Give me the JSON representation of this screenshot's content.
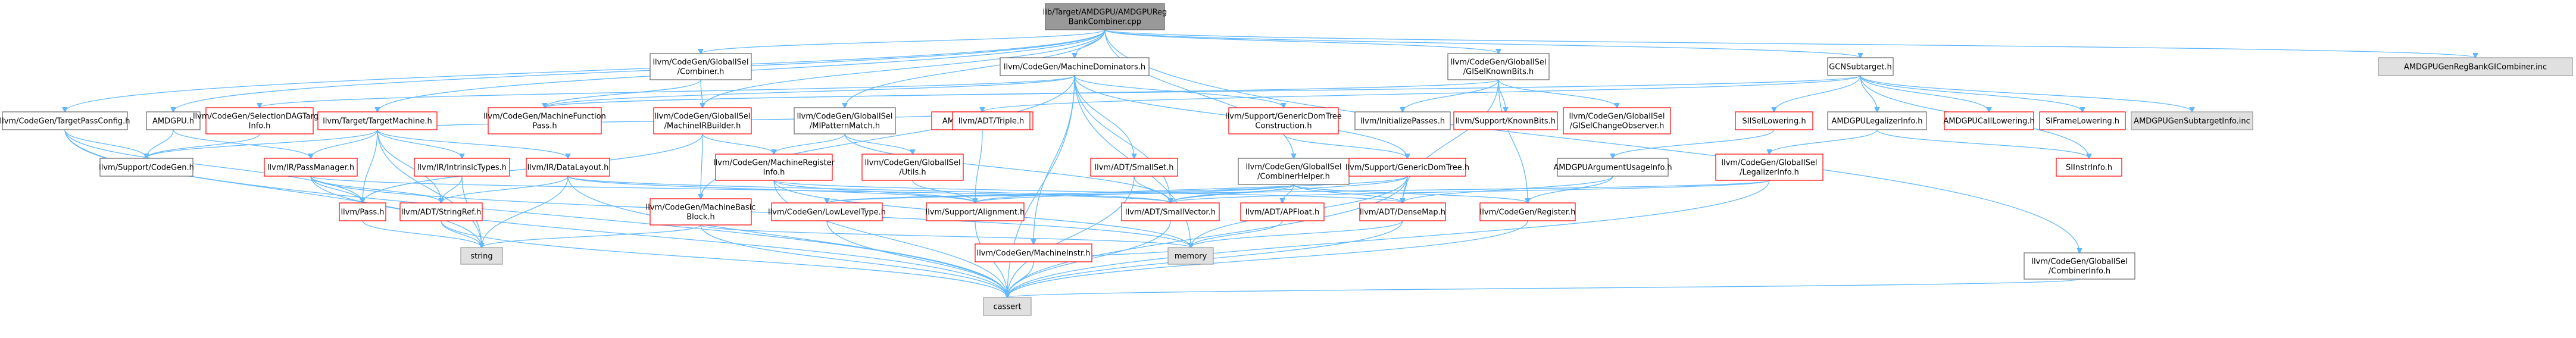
{
  "colors": {
    "root_fill": "#999999",
    "root_border": "#666666",
    "doc_border": "#ff0000",
    "plain_border": "#666666",
    "external_fill": "#e0e0e0",
    "external_border": "#999999",
    "node_fill": "#ffffff",
    "edge": "#63b8ff"
  },
  "nodes": [
    {
      "id": "root",
      "kind": "root",
      "lines": [
        "lib/Target/AMDGPU/AMDGPUReg",
        "BankCombiner.cpp"
      ]
    },
    {
      "id": "tpc",
      "kind": "plain",
      "lines": [
        "llvm/CodeGen/TargetPassConfig.h"
      ]
    },
    {
      "id": "amdgpuh",
      "kind": "plain",
      "lines": [
        "AMDGPU.h"
      ]
    },
    {
      "id": "seldag",
      "kind": "doc",
      "lines": [
        "llvm/CodeGen/SelectionDAGTarget",
        "Info.h"
      ]
    },
    {
      "id": "ttm",
      "kind": "doc",
      "lines": [
        "llvm/Target/TargetMachine.h"
      ]
    },
    {
      "id": "gcombiner",
      "kind": "plain",
      "lines": [
        "llvm/CodeGen/GlobalISel",
        "/Combiner.h"
      ]
    },
    {
      "id": "mfpass",
      "kind": "doc",
      "lines": [
        "llvm/CodeGen/MachineFunction",
        "Pass.h"
      ]
    },
    {
      "id": "mirbuilder",
      "kind": "doc",
      "lines": [
        "llvm/CodeGen/GlobalISel",
        "/MachineIRBuilder.h"
      ]
    },
    {
      "id": "mdom",
      "kind": "plain",
      "lines": [
        "llvm/CodeGen/MachineDominators.h"
      ]
    },
    {
      "id": "mipattern",
      "kind": "plain",
      "lines": [
        "llvm/CodeGen/GlobalISel",
        "/MIPatternMatch.h"
      ]
    },
    {
      "id": "amdgpusub",
      "kind": "doc",
      "lines": [
        "AMDGPUSubtarget.h"
      ]
    },
    {
      "id": "gdtc",
      "kind": "doc",
      "lines": [
        "llvm/Support/GenericDomTree",
        "Construction.h"
      ]
    },
    {
      "id": "combhelper",
      "kind": "plain",
      "lines": [
        "llvm/CodeGen/GlobalISel",
        "/CombinerHelper.h"
      ]
    },
    {
      "id": "gisel_known",
      "kind": "plain",
      "lines": [
        "llvm/CodeGen/GlobalISel",
        "/GISelKnownBits.h"
      ]
    },
    {
      "id": "initpasses",
      "kind": "plain",
      "lines": [
        "llvm/InitializePasses.h"
      ]
    },
    {
      "id": "knownbits",
      "kind": "doc",
      "lines": [
        "llvm/Support/KnownBits.h"
      ]
    },
    {
      "id": "giselchange",
      "kind": "doc",
      "lines": [
        "llvm/CodeGen/GlobalISel",
        "/GISelChangeObserver.h"
      ]
    },
    {
      "id": "gcnsub",
      "kind": "plain",
      "lines": [
        "GCNSubtarget.h"
      ]
    },
    {
      "id": "siisel",
      "kind": "doc",
      "lines": [
        "SIISelLowering.h"
      ]
    },
    {
      "id": "amdgpulegal",
      "kind": "plain",
      "lines": [
        "AMDGPULegalizerInfo.h"
      ]
    },
    {
      "id": "amdgpucall",
      "kind": "doc",
      "lines": [
        "AMDGPUCallLowering.h"
      ]
    },
    {
      "id": "siframe",
      "kind": "doc",
      "lines": [
        "SIFrameLowering.h"
      ]
    },
    {
      "id": "gensubinfo",
      "kind": "external",
      "lines": [
        "AMDGPUGenSubtargetInfo.inc"
      ]
    },
    {
      "id": "genregbank",
      "kind": "external",
      "lines": [
        "AMDGPUGenRegBankGICombiner.inc"
      ]
    },
    {
      "id": "supcodegen",
      "kind": "plain",
      "lines": [
        "llvm/Support/CodeGen.h"
      ]
    },
    {
      "id": "passmgr",
      "kind": "doc",
      "lines": [
        "llvm/IR/PassManager.h"
      ]
    },
    {
      "id": "intrtypes",
      "kind": "doc",
      "lines": [
        "llvm/IR/IntrinsicTypes.h"
      ]
    },
    {
      "id": "datalayout",
      "kind": "doc",
      "lines": [
        "llvm/IR/DataLayout.h"
      ]
    },
    {
      "id": "mregister",
      "kind": "doc",
      "lines": [
        "llvm/CodeGen/MachineRegister",
        "Info.h"
      ]
    },
    {
      "id": "giselutils",
      "kind": "doc",
      "lines": [
        "llvm/CodeGen/GlobalISel",
        "/Utils.h"
      ]
    },
    {
      "id": "triple",
      "kind": "doc",
      "lines": [
        "llvm/ADT/Triple.h"
      ]
    },
    {
      "id": "smallset",
      "kind": "doc",
      "lines": [
        "llvm/ADT/SmallSet.h"
      ]
    },
    {
      "id": "gdt",
      "kind": "doc",
      "lines": [
        "llvm/Support/GenericDomTree.h"
      ]
    },
    {
      "id": "amdgpuarg",
      "kind": "plain",
      "lines": [
        "AMDGPUArgumentUsageInfo.h"
      ]
    },
    {
      "id": "gisellegal",
      "kind": "doc",
      "lines": [
        "llvm/CodeGen/GlobalISel",
        "/LegalizerInfo.h"
      ]
    },
    {
      "id": "siinstr",
      "kind": "doc",
      "lines": [
        "SIInstrInfo.h"
      ]
    },
    {
      "id": "pass",
      "kind": "doc",
      "lines": [
        "llvm/Pass.h"
      ]
    },
    {
      "id": "stringref",
      "kind": "doc",
      "lines": [
        "llvm/ADT/StringRef.h"
      ]
    },
    {
      "id": "mbb",
      "kind": "doc",
      "lines": [
        "llvm/CodeGen/MachineBasic",
        "Block.h"
      ]
    },
    {
      "id": "lowlevel",
      "kind": "doc",
      "lines": [
        "llvm/CodeGen/LowLevelType.h"
      ]
    },
    {
      "id": "alignment",
      "kind": "doc",
      "lines": [
        "llvm/Support/Alignment.h"
      ]
    },
    {
      "id": "smallvector",
      "kind": "doc",
      "lines": [
        "llvm/ADT/SmallVector.h"
      ]
    },
    {
      "id": "apfloat",
      "kind": "doc",
      "lines": [
        "llvm/ADT/APFloat.h"
      ]
    },
    {
      "id": "densemap",
      "kind": "doc",
      "lines": [
        "llvm/ADT/DenseMap.h"
      ]
    },
    {
      "id": "cgregister",
      "kind": "doc",
      "lines": [
        "llvm/CodeGen/Register.h"
      ]
    },
    {
      "id": "combinerinfo",
      "kind": "plain",
      "lines": [
        "llvm/CodeGen/GlobalISel",
        "/CombinerInfo.h"
      ]
    },
    {
      "id": "string",
      "kind": "external",
      "lines": [
        "string"
      ]
    },
    {
      "id": "memory",
      "kind": "external",
      "lines": [
        "memory"
      ]
    },
    {
      "id": "minstr",
      "kind": "doc",
      "lines": [
        "llvm/CodeGen/MachineInstr.h"
      ]
    },
    {
      "id": "cassert",
      "kind": "external",
      "lines": [
        "cassert"
      ]
    }
  ],
  "edges": [
    [
      "root",
      "tpc"
    ],
    [
      "root",
      "amdgpuh"
    ],
    [
      "root",
      "ttm"
    ],
    [
      "root",
      "gcombiner"
    ],
    [
      "root",
      "mdom"
    ],
    [
      "root",
      "mipattern"
    ],
    [
      "root",
      "combhelper"
    ],
    [
      "root",
      "gisel_known"
    ],
    [
      "root",
      "gcnsub"
    ],
    [
      "root",
      "genregbank"
    ],
    [
      "root",
      "combinerinfo"
    ],
    [
      "root",
      "mirbuilder"
    ],
    [
      "tpc",
      "supcodegen"
    ],
    [
      "tpc",
      "pass"
    ],
    [
      "tpc",
      "string"
    ],
    [
      "tpc",
      "cassert"
    ],
    [
      "amdgpuh",
      "supcodegen"
    ],
    [
      "amdgpuh",
      "passmgr"
    ],
    [
      "seldag",
      "supcodegen"
    ],
    [
      "ttm",
      "supcodegen"
    ],
    [
      "ttm",
      "passmgr"
    ],
    [
      "ttm",
      "datalayout"
    ],
    [
      "ttm",
      "intrtypes"
    ],
    [
      "ttm",
      "stringref"
    ],
    [
      "ttm",
      "pass"
    ],
    [
      "ttm",
      "string"
    ],
    [
      "ttm",
      "triple"
    ],
    [
      "gcombiner",
      "mfpass"
    ],
    [
      "gcombiner",
      "mirbuilder"
    ],
    [
      "mirbuilder",
      "mbb"
    ],
    [
      "mirbuilder",
      "mregister"
    ],
    [
      "mirbuilder",
      "pass"
    ],
    [
      "mdom",
      "seldag"
    ],
    [
      "mdom",
      "mfpass"
    ],
    [
      "mdom",
      "mbb"
    ],
    [
      "mdom",
      "smallset"
    ],
    [
      "mdom",
      "smallvector"
    ],
    [
      "mdom",
      "gdt"
    ],
    [
      "mdom",
      "memory"
    ],
    [
      "mdom",
      "minstr"
    ],
    [
      "mdom",
      "cassert"
    ],
    [
      "mdom",
      "gdtc"
    ],
    [
      "mipattern",
      "mregister"
    ],
    [
      "mipattern",
      "giselutils"
    ],
    [
      "mipattern",
      "smallvector"
    ],
    [
      "amdgpusub",
      "triple"
    ],
    [
      "amdgpusub",
      "alignment"
    ],
    [
      "gdtc",
      "gdt"
    ],
    [
      "combhelper",
      "lowlevel"
    ],
    [
      "combhelper",
      "alignment"
    ],
    [
      "combhelper",
      "smallvector"
    ],
    [
      "combhelper",
      "densemap"
    ],
    [
      "combhelper",
      "cgregister"
    ],
    [
      "combhelper",
      "apfloat"
    ],
    [
      "gisel_known",
      "mfpass"
    ],
    [
      "gisel_known",
      "initpasses"
    ],
    [
      "gisel_known",
      "knownbits"
    ],
    [
      "gisel_known",
      "giselchange"
    ],
    [
      "gisel_known",
      "densemap"
    ],
    [
      "gisel_known",
      "cgregister"
    ],
    [
      "gcnsub",
      "amdgpusub"
    ],
    [
      "gcnsub",
      "siisel"
    ],
    [
      "gcnsub",
      "amdgpulegal"
    ],
    [
      "gcnsub",
      "amdgpucall"
    ],
    [
      "gcnsub",
      "siframe"
    ],
    [
      "gcnsub",
      "gensubinfo"
    ],
    [
      "gcnsub",
      "siinstr"
    ],
    [
      "gcnsub",
      "mfpass"
    ],
    [
      "siisel",
      "amdgpuarg"
    ],
    [
      "amdgpulegal",
      "gisellegal"
    ],
    [
      "amdgpulegal",
      "siinstr"
    ],
    [
      "amdgpuarg",
      "cgregister"
    ],
    [
      "amdgpuarg",
      "densemap"
    ],
    [
      "gisellegal",
      "smallvector"
    ],
    [
      "gisellegal",
      "cassert"
    ],
    [
      "gisellegal",
      "lowlevel"
    ],
    [
      "passmgr",
      "pass"
    ],
    [
      "passmgr",
      "stringref"
    ],
    [
      "passmgr",
      "cassert"
    ],
    [
      "passmgr",
      "memory"
    ],
    [
      "passmgr",
      "smallvector"
    ],
    [
      "intrtypes",
      "string"
    ],
    [
      "intrtypes",
      "stringref"
    ],
    [
      "datalayout",
      "stringref"
    ],
    [
      "datalayout",
      "smallvector"
    ],
    [
      "datalayout",
      "string"
    ],
    [
      "datalayout",
      "cassert"
    ],
    [
      "datalayout",
      "alignment"
    ],
    [
      "mregister",
      "alignment"
    ],
    [
      "mregister",
      "densemap"
    ],
    [
      "mregister",
      "cassert"
    ],
    [
      "mregister",
      "memory"
    ],
    [
      "giselutils",
      "alignment"
    ],
    [
      "smallset",
      "smallvector"
    ],
    [
      "smallset",
      "cassert"
    ],
    [
      "gdt",
      "densemap"
    ],
    [
      "gdt",
      "smallvector"
    ],
    [
      "gdt",
      "memory"
    ],
    [
      "gdt",
      "cassert"
    ],
    [
      "gdt",
      "alignment"
    ],
    [
      "pass",
      "string"
    ],
    [
      "stringref",
      "string"
    ],
    [
      "stringref",
      "cassert"
    ],
    [
      "mbb",
      "cassert"
    ],
    [
      "mbb",
      "memory"
    ],
    [
      "mbb",
      "string"
    ],
    [
      "lowlevel",
      "cassert"
    ],
    [
      "alignment",
      "cassert"
    ],
    [
      "smallvector",
      "cassert"
    ],
    [
      "densemap",
      "cassert"
    ],
    [
      "densemap",
      "memory"
    ],
    [
      "cgregister",
      "cassert"
    ],
    [
      "combinerinfo",
      "cassert"
    ],
    [
      "minstr",
      "cassert"
    ],
    [
      "minstr",
      "memory"
    ],
    [
      "apfloat",
      "memory"
    ]
  ]
}
